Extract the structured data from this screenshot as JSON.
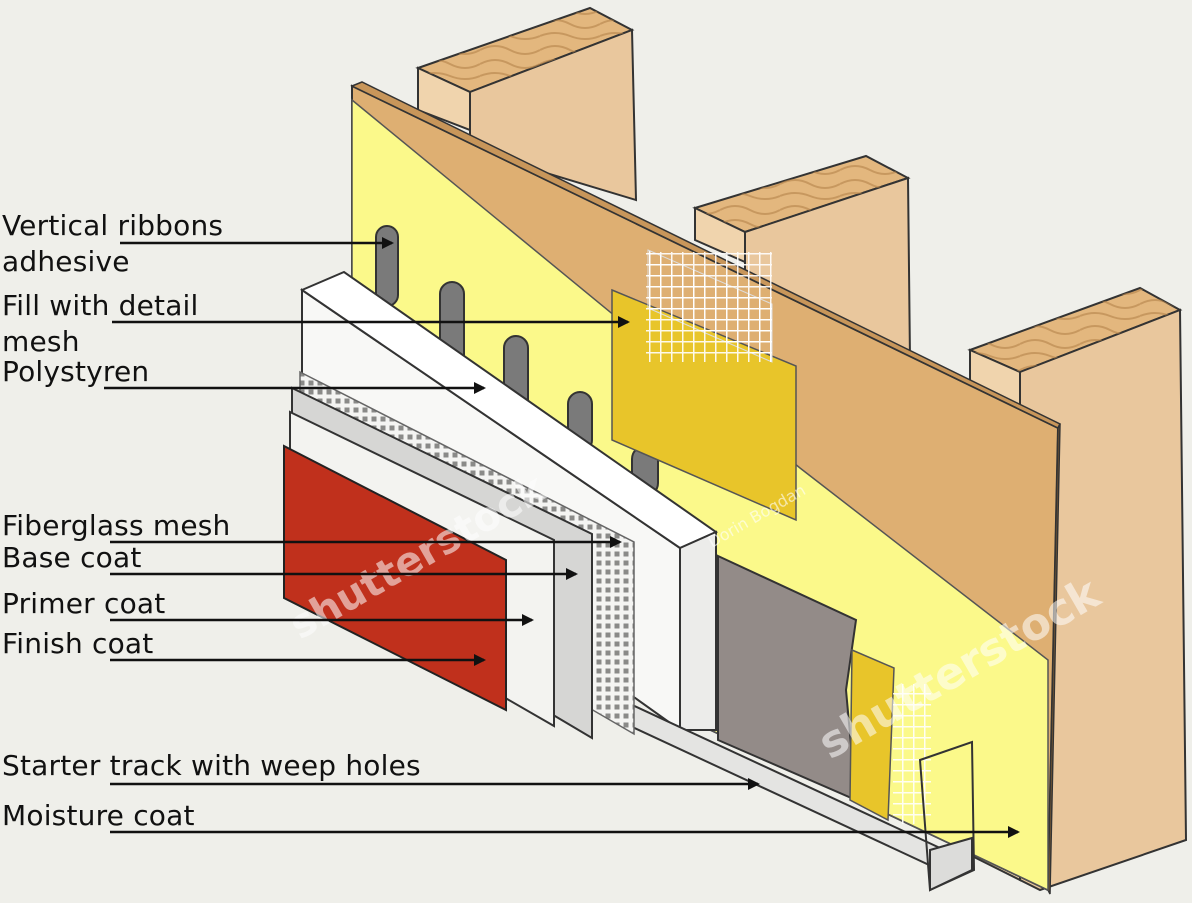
{
  "labels": [
    {
      "id": "vertical-ribbons-adhesive",
      "text": "Vertical ribbons\nadhesive"
    },
    {
      "id": "fill-with-detail-mesh",
      "text": "Fill with detail\nmesh"
    },
    {
      "id": "polystyren",
      "text": "Polystyren"
    },
    {
      "id": "fiberglass-mesh",
      "text": "Fiberglass mesh"
    },
    {
      "id": "base-coat",
      "text": "Base coat"
    },
    {
      "id": "primer-coat",
      "text": "Primer coat"
    },
    {
      "id": "finish-coat",
      "text": "Finish coat"
    },
    {
      "id": "starter-track",
      "text": "Starter track with weep holes"
    },
    {
      "id": "moisture-coat",
      "text": "Moisture coat"
    }
  ],
  "watermarks": {
    "brand": "shutterstock",
    "author": "Dorin Bogdan"
  },
  "colors": {
    "background": "#efefea",
    "stud_face": "#e9c79d",
    "stud_top": "#e3b77e",
    "sheathing": "#deaf72",
    "moisture_coat": "#fbf98a",
    "detail_mesh": "#e8c52a",
    "polystyrene": "#f8f8f6",
    "base_coat": "#d6d6d4",
    "primer_coat": "#f3f3f0",
    "finish_coat": "#c0301c",
    "gray_layer": "#938b88",
    "arrow": "#111111"
  }
}
